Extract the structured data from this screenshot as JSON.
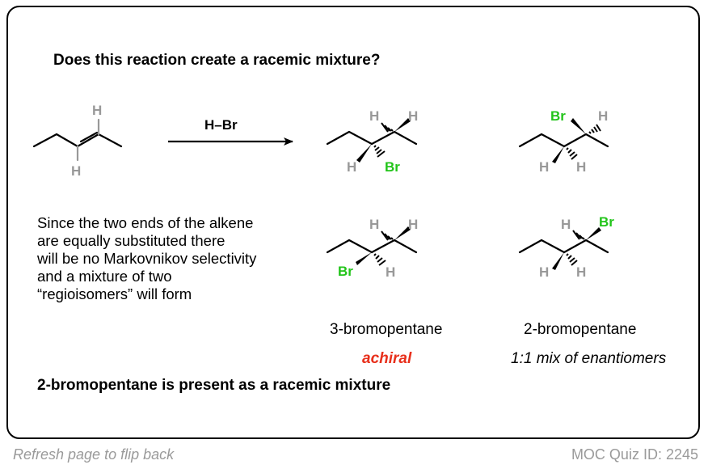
{
  "question": "Does this reaction create a racemic mixture?",
  "reagent": "H–Br",
  "atoms": {
    "H": "H",
    "Br": "Br"
  },
  "explanation_lines": [
    "Since the two ends of the alkene",
    "are equally substituted there",
    "will be no Markovnikov selectivity",
    "and a mixture of two",
    "“regioisomers” will form"
  ],
  "product_names": {
    "three": "3-bromopentane",
    "two": "2-bromopentane"
  },
  "achiral_label": "achiral",
  "enantiomer_label": "1:1 mix of enantiomers",
  "conclusion": "2-bromopentane is present as a racemic mixture",
  "footer": {
    "left": "Refresh page to flip back",
    "right": "MOC Quiz ID: 2245"
  },
  "colors": {
    "bromine": "#22c41a",
    "hydrogen": "#999999",
    "accent": "#e8301c",
    "footer": "#9a9a9a"
  }
}
